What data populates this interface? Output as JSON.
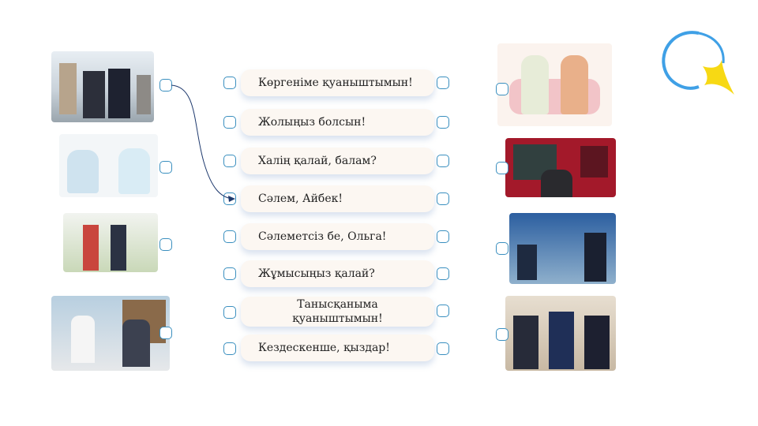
{
  "phrases": [
    "Көргеніме қуаныштымын!",
    "Жолыңыз болсын!",
    "Халің қалай, балам?",
    "Сәлем, Айбек!",
    "Сәлеметсіз бе, Ольга!",
    "Жұмысыңыз қалай?",
    "Танысқаныма қуаныштымын!",
    "Кездескенше, қыздар!"
  ],
  "colors": {
    "checkbox": "#3a8fbf",
    "pill": "#fcf7f2",
    "arrow": "#1f3a6e",
    "logo_arc": "#3fa0e6",
    "logo_star": "#f7d914"
  }
}
